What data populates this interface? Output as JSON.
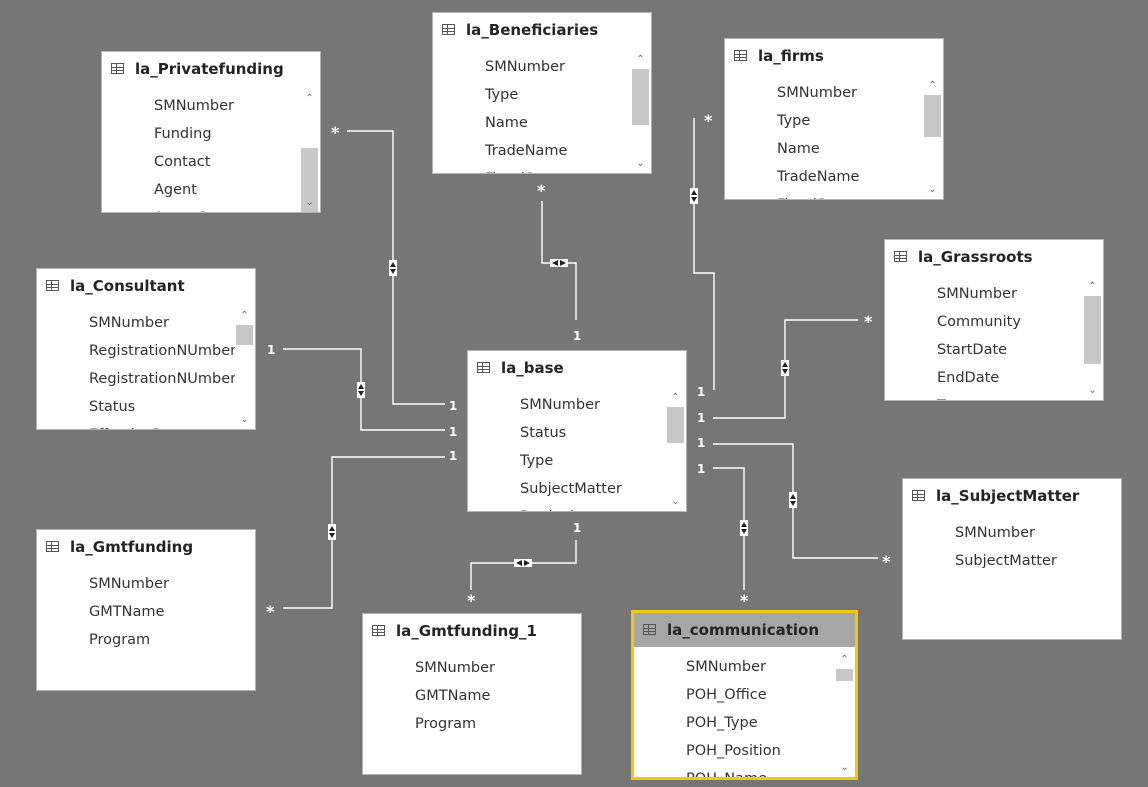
{
  "colors": {
    "canvas": "#767676",
    "card": "#ffffff",
    "line": "#ffffff",
    "selected_border": "#f2c811",
    "selected_header": "#a6a6a6"
  },
  "icons": {
    "table": "table-icon",
    "scroll_up": "chevron-up-icon",
    "scroll_down": "chevron-down-icon",
    "cross_filter": "double-arrow-icon"
  },
  "tables": [
    {
      "id": "privatefunding",
      "title": "la_Privatefunding",
      "fields": [
        "SMNumber",
        "Funding",
        "Contact",
        "Agent",
        "AgentContact"
      ],
      "scrollable": true,
      "selected": false
    },
    {
      "id": "beneficiaries",
      "title": "la_Beneficiaries",
      "fields": [
        "SMNumber",
        "Type",
        "Name",
        "TradeName",
        "FiscalStatus"
      ],
      "scrollable": true,
      "selected": false
    },
    {
      "id": "firms",
      "title": "la_firms",
      "fields": [
        "SMNumber",
        "Type",
        "Name",
        "TradeName",
        "FiscalStatus"
      ],
      "scrollable": true,
      "selected": false
    },
    {
      "id": "consultant",
      "title": "la_Consultant",
      "fields": [
        "SMNumber",
        "RegistrationNUmber",
        "RegistrationNUmber",
        "Status",
        "EffectiveDate"
      ],
      "scrollable": true,
      "selected": false
    },
    {
      "id": "base",
      "title": "la_base",
      "fields": [
        "SMNumber",
        "Status",
        "Type",
        "SubjectMatter",
        "Particulars"
      ],
      "scrollable": true,
      "selected": false
    },
    {
      "id": "grassroots",
      "title": "la_Grassroots",
      "fields": [
        "SMNumber",
        "Community",
        "StartDate",
        "EndDate",
        "Target"
      ],
      "scrollable": true,
      "selected": false
    },
    {
      "id": "subjectmatter",
      "title": "la_SubjectMatter",
      "fields": [
        "SMNumber",
        "SubjectMatter"
      ],
      "scrollable": false,
      "selected": false
    },
    {
      "id": "gmtfunding",
      "title": "la_Gmtfunding",
      "fields": [
        "SMNumber",
        "GMTName",
        "Program"
      ],
      "scrollable": false,
      "selected": false
    },
    {
      "id": "gmtfunding_1",
      "title": "la_Gmtfunding_1",
      "fields": [
        "SMNumber",
        "GMTName",
        "Program"
      ],
      "scrollable": false,
      "selected": false
    },
    {
      "id": "communication",
      "title": "la_communication",
      "fields": [
        "SMNumber",
        "POH_Office",
        "POH_Type",
        "POH_Position",
        "POH_Name"
      ],
      "scrollable": true,
      "selected": true
    }
  ],
  "relationships": [
    {
      "from": "privatefunding",
      "to": "base",
      "from_card": "*",
      "to_card": "1",
      "cross_filter": "single"
    },
    {
      "from": "beneficiaries",
      "to": "base",
      "from_card": "*",
      "to_card": "1",
      "cross_filter": "both"
    },
    {
      "from": "firms",
      "to": "base",
      "from_card": "*",
      "to_card": "1",
      "cross_filter": "single"
    },
    {
      "from": "consultant",
      "to": "base",
      "from_card": "1",
      "to_card": "1",
      "cross_filter": "single"
    },
    {
      "from": "grassroots",
      "to": "base",
      "from_card": "*",
      "to_card": "1",
      "cross_filter": "single"
    },
    {
      "from": "subjectmatter",
      "to": "base",
      "from_card": "*",
      "to_card": "1",
      "cross_filter": "single"
    },
    {
      "from": "gmtfunding",
      "to": "base",
      "from_card": "*",
      "to_card": "1",
      "cross_filter": "single"
    },
    {
      "from": "gmtfunding_1",
      "to": "base",
      "from_card": "*",
      "to_card": "1",
      "cross_filter": "both"
    },
    {
      "from": "communication",
      "to": "base",
      "from_card": "*",
      "to_card": "1",
      "cross_filter": "single"
    }
  ]
}
